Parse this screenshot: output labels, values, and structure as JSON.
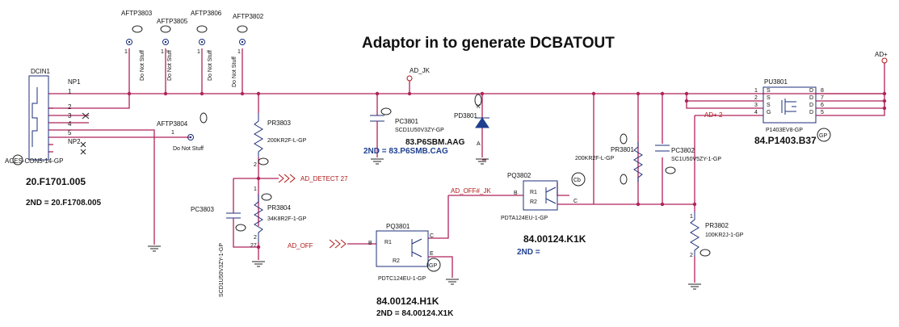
{
  "title": "Adaptor in to generate DCBATOUT",
  "connector": {
    "ref": "DCIN1",
    "part": "ACES-CON5-14-GP",
    "np1": "NP1",
    "np2": "NP2",
    "pins": [
      "1",
      "2",
      "3",
      "4",
      "5"
    ],
    "pn": "20.F1701.005",
    "pn_2nd": "2ND = 20.F1708.005"
  },
  "test_points": [
    {
      "ref": "AFTP3803",
      "pin": "1",
      "note": "Do Not Stuff"
    },
    {
      "ref": "AFTP3805",
      "pin": "1",
      "note": "Do Not Stuff"
    },
    {
      "ref": "AFTP3806",
      "pin": "1",
      "note": "Do Not Stuff"
    },
    {
      "ref": "AFTP3802",
      "pin": "1",
      "note": "Do Not Stuff"
    },
    {
      "ref": "AFTP3804",
      "pin": "1",
      "note": "Do Not Stuff"
    }
  ],
  "nets": {
    "ad_jk": "AD_JK",
    "ad_plus": "AD+",
    "ad_plus_2": "AD+  2",
    "ad_detect": "AD_DETECT  27",
    "ad_off_jk": "AD_OFF#_JK",
    "ad_off": "AD_OFF"
  },
  "resistors": {
    "pr3803": {
      "ref": "PR3803",
      "value": "200KR2F-L-GP"
    },
    "pr3804": {
      "ref": "PR3804",
      "value": "34K8R2F-1-GP"
    },
    "pr3801": {
      "ref": "PR3801",
      "value": "200KR2F-L-GP"
    },
    "pr3802": {
      "ref": "PR3802",
      "value": "100KR2J-1-GP"
    }
  },
  "capacitors": {
    "pc3801": {
      "ref": "PC3801",
      "value": "SCD1U50V3ZY-GP"
    },
    "pc3803": {
      "ref": "PC3803",
      "value": "SCD1U50V3ZY-1-GP",
      "pin": "27"
    },
    "pc3802": {
      "ref": "PC3802",
      "value": "SC1U50V5ZY-1-GP"
    }
  },
  "diode": {
    "ref": "PD3801",
    "value": "83.P6SBM.AAG",
    "pn_2nd": "2ND = 83.P6SMB.CAG",
    "k": "K",
    "a": "A"
  },
  "transistors": {
    "pq3802": {
      "ref": "PQ3802",
      "value": "PDTA124EU-1-GP",
      "pn": "84.00124.K1K",
      "pn_2nd": "2ND =",
      "b": "B",
      "c": "C",
      "r1": "R1",
      "r2": "R2"
    },
    "pq3801": {
      "ref": "PQ3801",
      "value": "PDTC124EU-1-GP",
      "pn": "84.00124.H1K",
      "pn_2nd": "2ND = 84.00124.X1K",
      "b": "B",
      "c": "C",
      "e": "E",
      "r1": "R1",
      "r2": "R2"
    }
  },
  "mosfet": {
    "ref": "PU3801",
    "value": "P1403EV8-GP",
    "pn": "84.P1403.B37",
    "pins_left": [
      "1",
      "2",
      "3",
      "4"
    ],
    "pins_right": [
      "8",
      "7",
      "6",
      "5"
    ],
    "letters_left": [
      "S",
      "S",
      "S",
      "G"
    ],
    "letters_right": [
      "D",
      "D",
      "D",
      "D"
    ]
  },
  "badges": {
    "gp": "GP",
    "cb": "Cb",
    "r1": "R1"
  },
  "pin_nums": {
    "one": "1",
    "two": "2"
  },
  "colors": {
    "wire": "#b0235a",
    "net_red": "#b01818",
    "pn_green": "#3fa33a",
    "pn_blue": "#1f3f8f"
  }
}
